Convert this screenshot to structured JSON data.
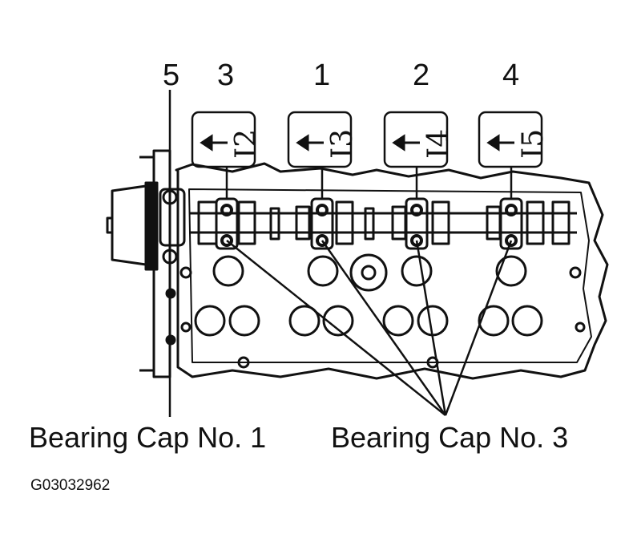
{
  "torque_sequence": [
    {
      "number": "5"
    },
    {
      "number": "3",
      "tag": "I2"
    },
    {
      "number": "1",
      "tag": "I3"
    },
    {
      "number": "2",
      "tag": "I4"
    },
    {
      "number": "4",
      "tag": "I5"
    }
  ],
  "labels": {
    "bearing_cap_1": "Bearing Cap No. 1",
    "bearing_cap_3": "Bearing Cap No. 3"
  },
  "figure_id": "G03032962"
}
